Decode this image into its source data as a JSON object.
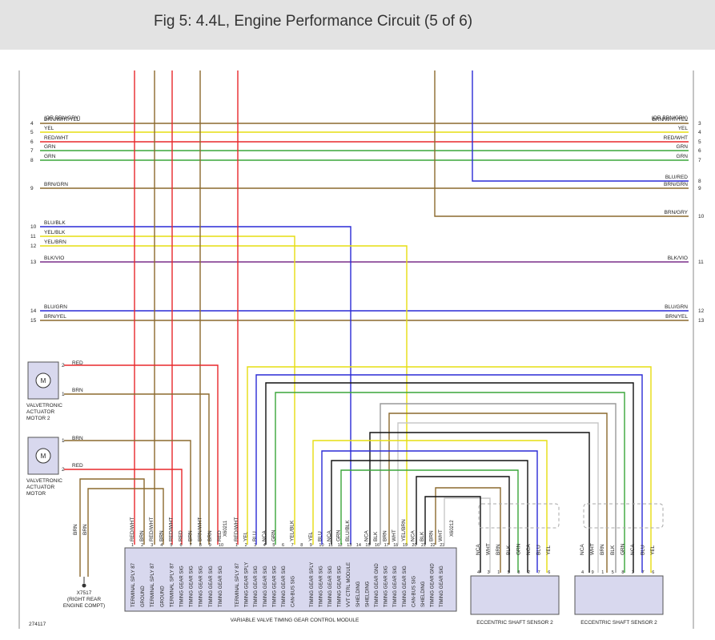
{
  "title": "Fig 5: 4.4L, Engine Performance Circuit (5 of 6)",
  "figure_id": "274117",
  "colors": {
    "RED": "#e8282b",
    "BRN": "#8b6a2e",
    "YEL": "#e6dd10",
    "GRN": "#3aa63a",
    "BLU": "#2a2ad6",
    "BLK": "#111111",
    "VIO": "#7a2e8a",
    "GRY": "#999999",
    "WHT": "#d8d8d8",
    "BG": "#ffffff"
  },
  "left_wires": [
    {
      "pin": "4",
      "label": "BRN/WHT/YEL",
      "label2": "(OR BRN/GRY)"
    },
    {
      "pin": "5",
      "label": "YEL"
    },
    {
      "pin": "6",
      "label": "RED/WHT"
    },
    {
      "pin": "7",
      "label": "GRN"
    },
    {
      "pin": "8",
      "label": "GRN"
    },
    {
      "pin": "9",
      "label": "BRN/GRN"
    },
    {
      "pin": "10",
      "label": "BLU/BLK"
    },
    {
      "pin": "11",
      "label": "YEL/BLK"
    },
    {
      "pin": "12",
      "label": "YEL/BRN"
    },
    {
      "pin": "13",
      "label": "BLK/VIO"
    },
    {
      "pin": "14",
      "label": "BLU/GRN"
    },
    {
      "pin": "15",
      "label": "BRN/YEL"
    }
  ],
  "right_wires": [
    {
      "pin": "3",
      "label": "BRN/WHT/YEL",
      "label2": "(OR BRN/GRY)"
    },
    {
      "pin": "4",
      "label": "YEL"
    },
    {
      "pin": "5",
      "label": "RED/WHT"
    },
    {
      "pin": "6",
      "label": "GRN"
    },
    {
      "pin": "7",
      "label": "GRN"
    },
    {
      "pin": "8",
      "label": "BLU/RED"
    },
    {
      "pin": "9",
      "label": "BRN/GRN"
    },
    {
      "pin": "10",
      "label": "BRN/GRY"
    },
    {
      "pin": "11",
      "label": "BLK/VIO"
    },
    {
      "pin": "12",
      "label": "BLU/GRN"
    },
    {
      "pin": "13",
      "label": "BRN/YEL"
    }
  ],
  "motors": [
    {
      "name": "VALVETRONIC ACTUATOR MOTOR 2",
      "lines": [
        "VALVETRONIC",
        "ACTUATOR",
        "MOTOR 2"
      ],
      "pin_top": "2",
      "pin_bottom": "1",
      "wire_top": "RED",
      "wire_bottom": "BRN",
      "symbol": "M"
    },
    {
      "name": "VALVETRONIC ACTUATOR MOTOR",
      "lines": [
        "VALVETRONIC",
        "ACTUATOR",
        "MOTOR"
      ],
      "pin_top": "1",
      "pin_bottom": "2",
      "wire_top": "BRN",
      "wire_bottom": "RED",
      "symbol": "M"
    }
  ],
  "ground": {
    "label_lines": [
      "X7517",
      "(RIGHT REAR",
      "ENGINE COMPT)"
    ],
    "wire1": "BRN",
    "wire2": "BRN"
  },
  "module": {
    "name": "VARIABLE VALVE TIMING GEAR CONTROL MODULE",
    "connector_a": "X60211",
    "connector_b": "X60212",
    "group_a": [
      {
        "pin": "1",
        "wire": "RED/WHT",
        "func": "TERMINAL SPLY 87"
      },
      {
        "pin": "2",
        "wire": "BRN",
        "func": "GROUND"
      },
      {
        "pin": "3",
        "wire": "RED/WHT",
        "func": "TERMINAL SPLY 87"
      },
      {
        "pin": "4",
        "wire": "BRN",
        "func": "GROUND"
      },
      {
        "pin": "5",
        "wire": "RED/WHT",
        "func": "TERMINAL SPLY 87"
      },
      {
        "pin": "6",
        "wire": "RED",
        "func": "TIMING GEAR SIG"
      },
      {
        "pin": "7",
        "wire": "BRN",
        "func": "TIMING GEAR SIG"
      },
      {
        "pin": "8",
        "wire": "BRN/WHT",
        "func": "TIMING GEAR SIG"
      },
      {
        "pin": "9",
        "wire": "BRN",
        "func": "TIMING GEAR SIG"
      },
      {
        "pin": "10",
        "wire": "RED",
        "func": "TIMING GEAR SIG"
      }
    ],
    "group_b": [
      {
        "pin": "1",
        "wire": "RED/WHT",
        "func": "TERMINAL SPLY 87"
      },
      {
        "pin": "2",
        "wire": "YEL",
        "func": "TIMING GEAR SPLY"
      },
      {
        "pin": "3",
        "wire": "BLU",
        "func": "TIMING GEAR SIG"
      },
      {
        "pin": "4",
        "wire": "NCA",
        "func": "TIMING GEAR SIG"
      },
      {
        "pin": "5",
        "wire": "GRN",
        "func": "TIMING GEAR SIG"
      },
      {
        "pin": "6",
        "wire": "",
        "func": "TIMING GEAR SIG"
      },
      {
        "pin": "7",
        "wire": "YEL/BLK",
        "func": "CAN-BUS SIG"
      },
      {
        "pin": "8",
        "wire": "",
        "func": ""
      },
      {
        "pin": "9",
        "wire": "YEL",
        "func": "TIMING GEAR SPLY"
      },
      {
        "pin": "10",
        "wire": "BLU",
        "func": "TIMING GEAR SIG"
      },
      {
        "pin": "11",
        "wire": "NCA",
        "func": "TIMING GEAR SIG"
      },
      {
        "pin": "12",
        "wire": "GRN",
        "func": "TIMING GEAR SIG"
      },
      {
        "pin": "13",
        "wire": "BLU/BLK",
        "func": "VVT CTRL MODULE"
      },
      {
        "pin": "14",
        "wire": "",
        "func": "SHIELDING"
      },
      {
        "pin": "15",
        "wire": "NCA",
        "func": "SHIELDING"
      },
      {
        "pin": "16",
        "wire": "BLK",
        "func": "TIMING GEAR GND"
      },
      {
        "pin": "17",
        "wire": "BRN",
        "func": "TIMING GEAR SIG"
      },
      {
        "pin": "18",
        "wire": "WHT",
        "func": "TIMING GEAR SIG"
      },
      {
        "pin": "19",
        "wire": "YEL/BRN",
        "func": "TIMING GEAR SIG"
      },
      {
        "pin": "20",
        "wire": "NCA",
        "func": "CAN-BUS SIG"
      },
      {
        "pin": "21",
        "wire": "BLK",
        "func": "SHIELDING"
      },
      {
        "pin": "22",
        "wire": "BRN",
        "func": "TIMING GEAR GND"
      },
      {
        "pin": "23",
        "wire": "WHT",
        "func": "TIMING GEAR SIG"
      }
    ]
  },
  "sensors": [
    {
      "name": "ECCENTRIC SHAFT SENSOR 2",
      "pins": [
        {
          "pin": "4",
          "wire": "NCA"
        },
        {
          "pin": "3",
          "wire": "WHT"
        },
        {
          "pin": "1",
          "wire": "BRN"
        },
        {
          "pin": "5",
          "wire": "BLK"
        },
        {
          "pin": "8",
          "wire": "GRN"
        },
        {
          "pin": "2",
          "wire": "NCA"
        },
        {
          "pin": "7",
          "wire": "BLU"
        },
        {
          "pin": "6",
          "wire": "YEL"
        }
      ]
    },
    {
      "name": "ECCENTRIC SHAFT SENSOR 2",
      "pins": [
        {
          "pin": "4",
          "wire": "NCA"
        },
        {
          "pin": "9",
          "wire": "WHT"
        },
        {
          "pin": "1",
          "wire": "BRN"
        },
        {
          "pin": "5",
          "wire": "BLK"
        },
        {
          "pin": "8",
          "wire": "GRN"
        },
        {
          "pin": "2",
          "wire": "NCA"
        },
        {
          "pin": "7",
          "wire": "BLU"
        },
        {
          "pin": "6",
          "wire": "YEL"
        }
      ]
    }
  ]
}
